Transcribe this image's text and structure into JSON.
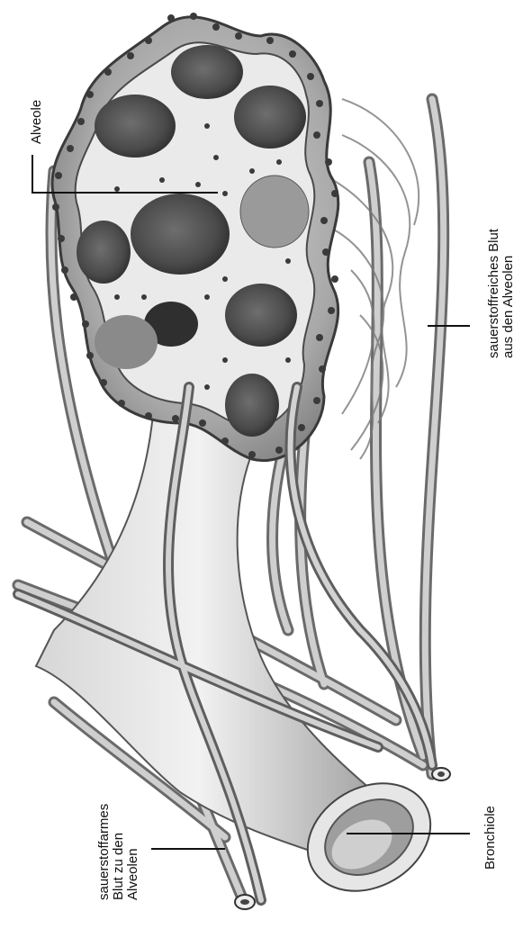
{
  "figure": {
    "labels": {
      "alveole": "Alveole",
      "oxygen_rich": "sauerstoffreiches Blut\naus den Alveolen",
      "oxygen_poor": "sauerstoffarmes\nBlut zu den\nAlveolen",
      "bronchiole": "Bronchiole"
    }
  }
}
